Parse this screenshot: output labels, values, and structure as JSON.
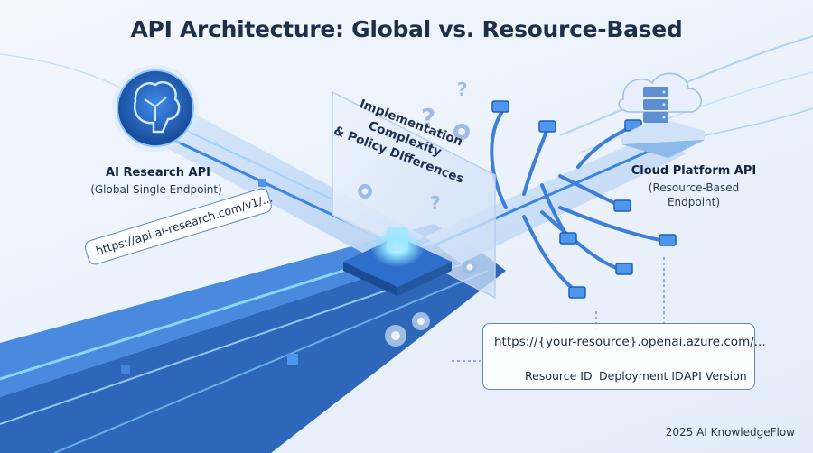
{
  "title": "API Architecture: Global vs. Resource-Based",
  "left_api": {
    "name": "AI Research API",
    "subtitle": "(Global Single Endpoint)",
    "url": "https://api.ai-research.com/v1/..."
  },
  "center": {
    "line1": "Implementation Complexity",
    "line2": "& Policy Differences"
  },
  "right_api": {
    "name": "Cloud Platform API",
    "subtitle_line1": "(Resource-Based",
    "subtitle_line2": "Endpoint)",
    "url": "https://{your-resource}.openai.azure.com/...",
    "parts": [
      "Resource ID",
      "Deployment ID",
      "API Version"
    ]
  },
  "footer": "2025 AI KnowledgeFlow",
  "colors": {
    "accent": "#2f7be0",
    "glow": "#7fd0ff",
    "dark_blue": "#1a5fbf",
    "title": "#1f2f4a"
  },
  "icons": [
    "brain-icon",
    "server-cloud-icon",
    "gear-icon",
    "question-icon",
    "chip-icon"
  ]
}
